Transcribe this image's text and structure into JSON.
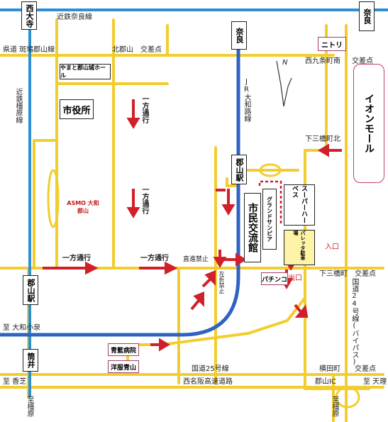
{
  "labels": {
    "kintetsu_nara_line": "近鉄奈良線",
    "kendo_route": "県道 斑鳩郡山線",
    "kita_koriyama": "北郡山",
    "koten1": "交差点",
    "nishi_kujo": "西九条町南",
    "koten2": "交差点",
    "kintetsu_kashihara": "近鉄橿原線",
    "jr_yamatoji": "JR大和路線",
    "shimosan_kita": "下三橋町北",
    "shimosan": "下三橋町",
    "koten3": "交差点",
    "oneway1": "一方通行",
    "oneway2": "一方通行",
    "oneway3": "一方通行",
    "oneway4": "一方通行",
    "straight_no": "直進禁止",
    "left_no": "左折禁止",
    "to_yamato_koizumi": "至 大和小泉",
    "national24": "国道24号線(バイパス)",
    "national25": "国道25号線",
    "yokotacho": "横田町",
    "koten4": "交差点",
    "to_kousaku": "至 香芝",
    "nishimeihan": "西名阪高速道路",
    "koriyama_ic": "郡山IC",
    "to_tenri": "至 天理",
    "to_kashihara_left": "至橿原",
    "to_kashihara_right": "至橿原",
    "compass_n": "N",
    "entrance": "入口",
    "exit": "出口"
  },
  "places": {
    "saidaiji": "西大寺",
    "nara_top": "奈良",
    "nara_mid": "奈良",
    "nitori": "ニトリ",
    "yamato_hall": "やまと郡山城ホール",
    "city_hall": "市役所",
    "asmo": "ASMO 大和郡山",
    "aeon_mall": "イオンモール",
    "jr_koriyama": "郡山駅",
    "kintetsu_koriyama": "郡山駅",
    "tsutsui": "筒井",
    "shimin_koryukan": "市民交流館",
    "grand_sunpia": "グランドサンピア",
    "super_harves": "スーパーハーベス",
    "parking": "パレッタ駐車場",
    "pachinko": "パチンコ",
    "seiran_hospital": "青藍病院",
    "yofuku_aoyama": "洋服青山"
  },
  "colors": {
    "road": "#f2cd2e",
    "rail": "#2c8fd6",
    "jr_rail": "#2f62c2",
    "arrow": "#d0202a"
  }
}
